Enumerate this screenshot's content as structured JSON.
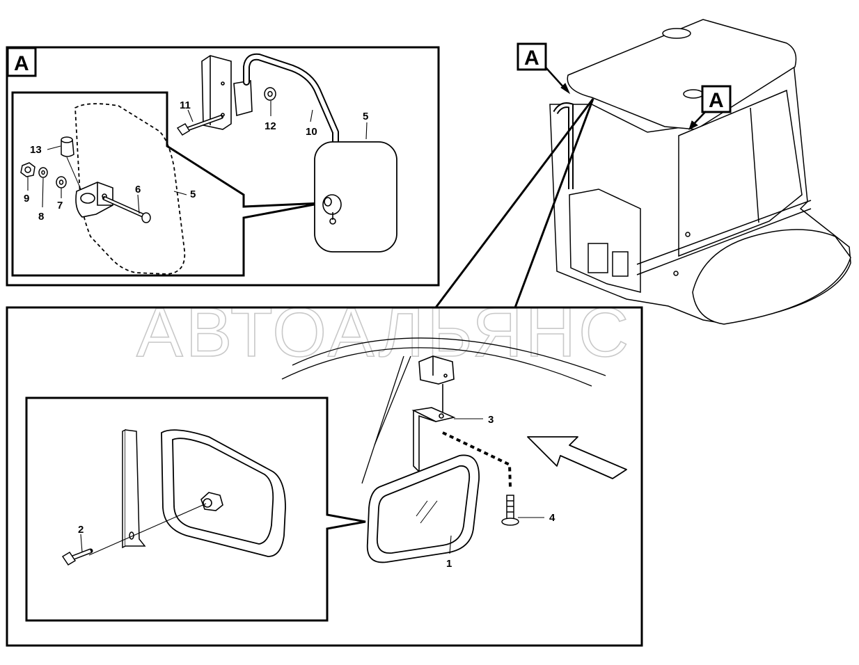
{
  "watermark": "АВТОАЛЬЯНС",
  "view_tags": {
    "inset_a": "A",
    "cab_a_top": "A",
    "cab_a_side": "A"
  },
  "callouts": {
    "p1": "1",
    "p2": "2",
    "p3": "3",
    "p4": "4",
    "p5": "5",
    "p5b": "5",
    "p6": "6",
    "p7": "7",
    "p8": "8",
    "p9": "9",
    "p10": "10",
    "p11": "11",
    "p12": "12",
    "p13": "13"
  },
  "colors": {
    "line": "#000000",
    "background": "#ffffff",
    "watermark": "#c8c8c8"
  }
}
